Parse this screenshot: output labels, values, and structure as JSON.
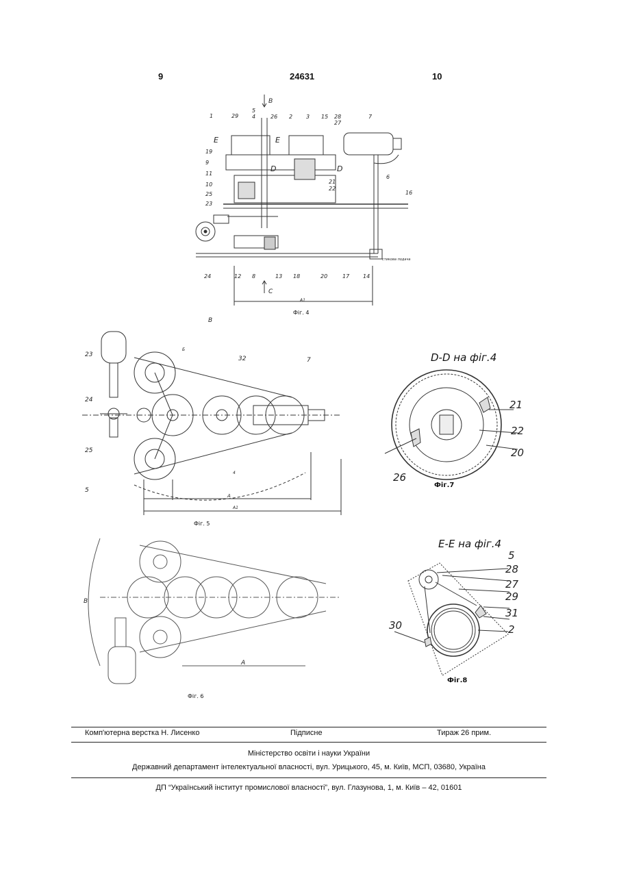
{
  "header": {
    "page_left": "9",
    "patent_number": "24631",
    "page_right": "10"
  },
  "figures": {
    "fig4": {
      "caption": "Фіг. 4",
      "labels": [
        "В",
        "1",
        "29",
        "5",
        "4",
        "26",
        "2",
        "3",
        "15",
        "28",
        "27",
        "7",
        "Е",
        "Е",
        "D",
        "D",
        "19",
        "9",
        "11",
        "10",
        "25",
        "23",
        "21",
        "22",
        "6",
        "16",
        "24",
        "12",
        "8",
        "13",
        "18",
        "20",
        "17",
        "14",
        "С",
        "А1"
      ],
      "note": "стикова подача"
    },
    "fig5": {
      "caption": "Фіг. 5",
      "labels": [
        "В",
        "23",
        "24",
        "25",
        "5",
        "7",
        "32",
        "А",
        "А1",
        "Б",
        "4"
      ]
    },
    "fig6": {
      "caption": "Фіг. 6",
      "labels": [
        "В",
        "А"
      ]
    },
    "fig7": {
      "title": "D-D на фіг.4",
      "caption": "Фіг.7",
      "labels": [
        "21",
        "22",
        "20",
        "26"
      ]
    },
    "fig8": {
      "title": "Е-Е на фіг.4",
      "caption": "Фіг.8",
      "labels": [
        "5",
        "28",
        "27",
        "29",
        "31",
        "2",
        "30"
      ]
    }
  },
  "footer": {
    "layout_credit": "Комп'ютерна верстка Н. Лисенко",
    "signed": "Підписне",
    "circulation": "Тираж 26 прим.",
    "ministry": "Міністерство освіти і науки України",
    "department": "Державний департамент інтелектуальної власності, вул. Урицького, 45, м. Київ, МСП, 03680, Україна",
    "institute": "ДП “Український інститут промислової власності”, вул. Глазунова, 1, м. Київ – 42, 01601"
  }
}
